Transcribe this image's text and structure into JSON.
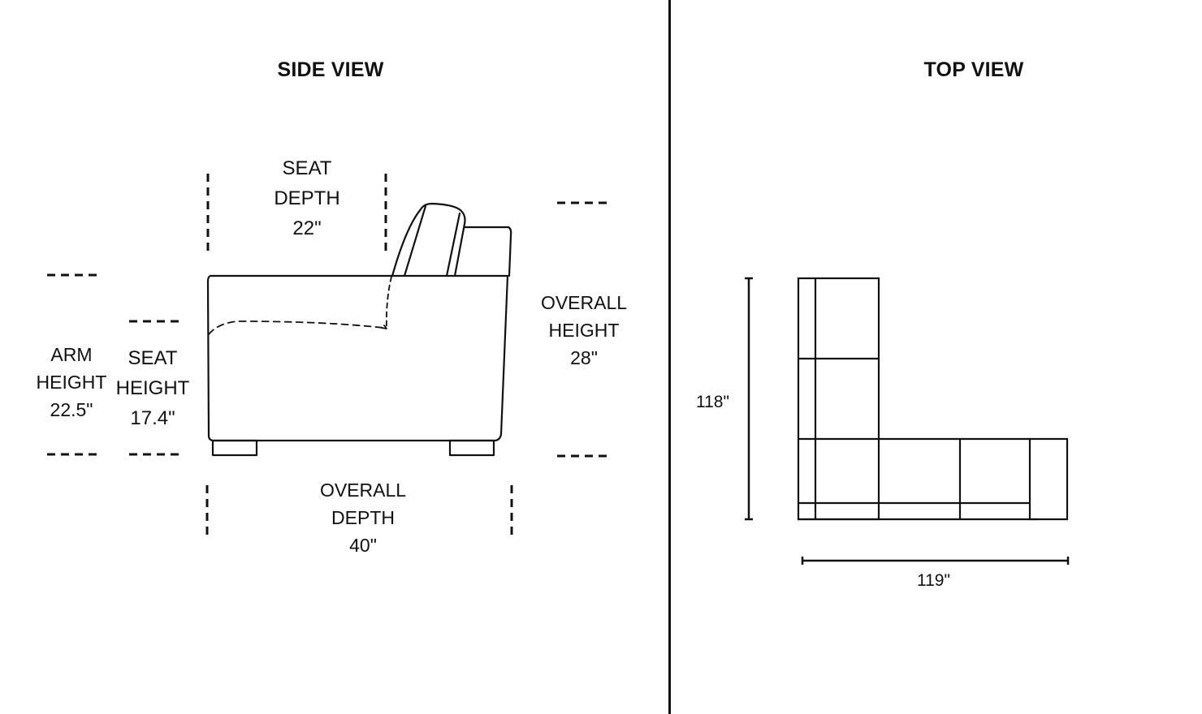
{
  "side_view": {
    "title": "SIDE VIEW",
    "seat_depth": {
      "line1": "SEAT",
      "line2": "DEPTH",
      "value": "22\""
    },
    "arm_height": {
      "line1": "ARM",
      "line2": "HEIGHT",
      "value": "22.5\""
    },
    "seat_height": {
      "line1": "SEAT",
      "line2": "HEIGHT",
      "value": "17.4\""
    },
    "overall_height": {
      "line1": "OVERALL",
      "line2": "HEIGHT",
      "value": "28\""
    },
    "overall_depth": {
      "line1": "OVERALL",
      "line2": "DEPTH",
      "value": "40\""
    }
  },
  "top_view": {
    "title": "TOP VIEW",
    "height_dim": "118\"",
    "width_dim": "119\""
  },
  "colors": {
    "line": "#111111",
    "background": "#ffffff"
  }
}
